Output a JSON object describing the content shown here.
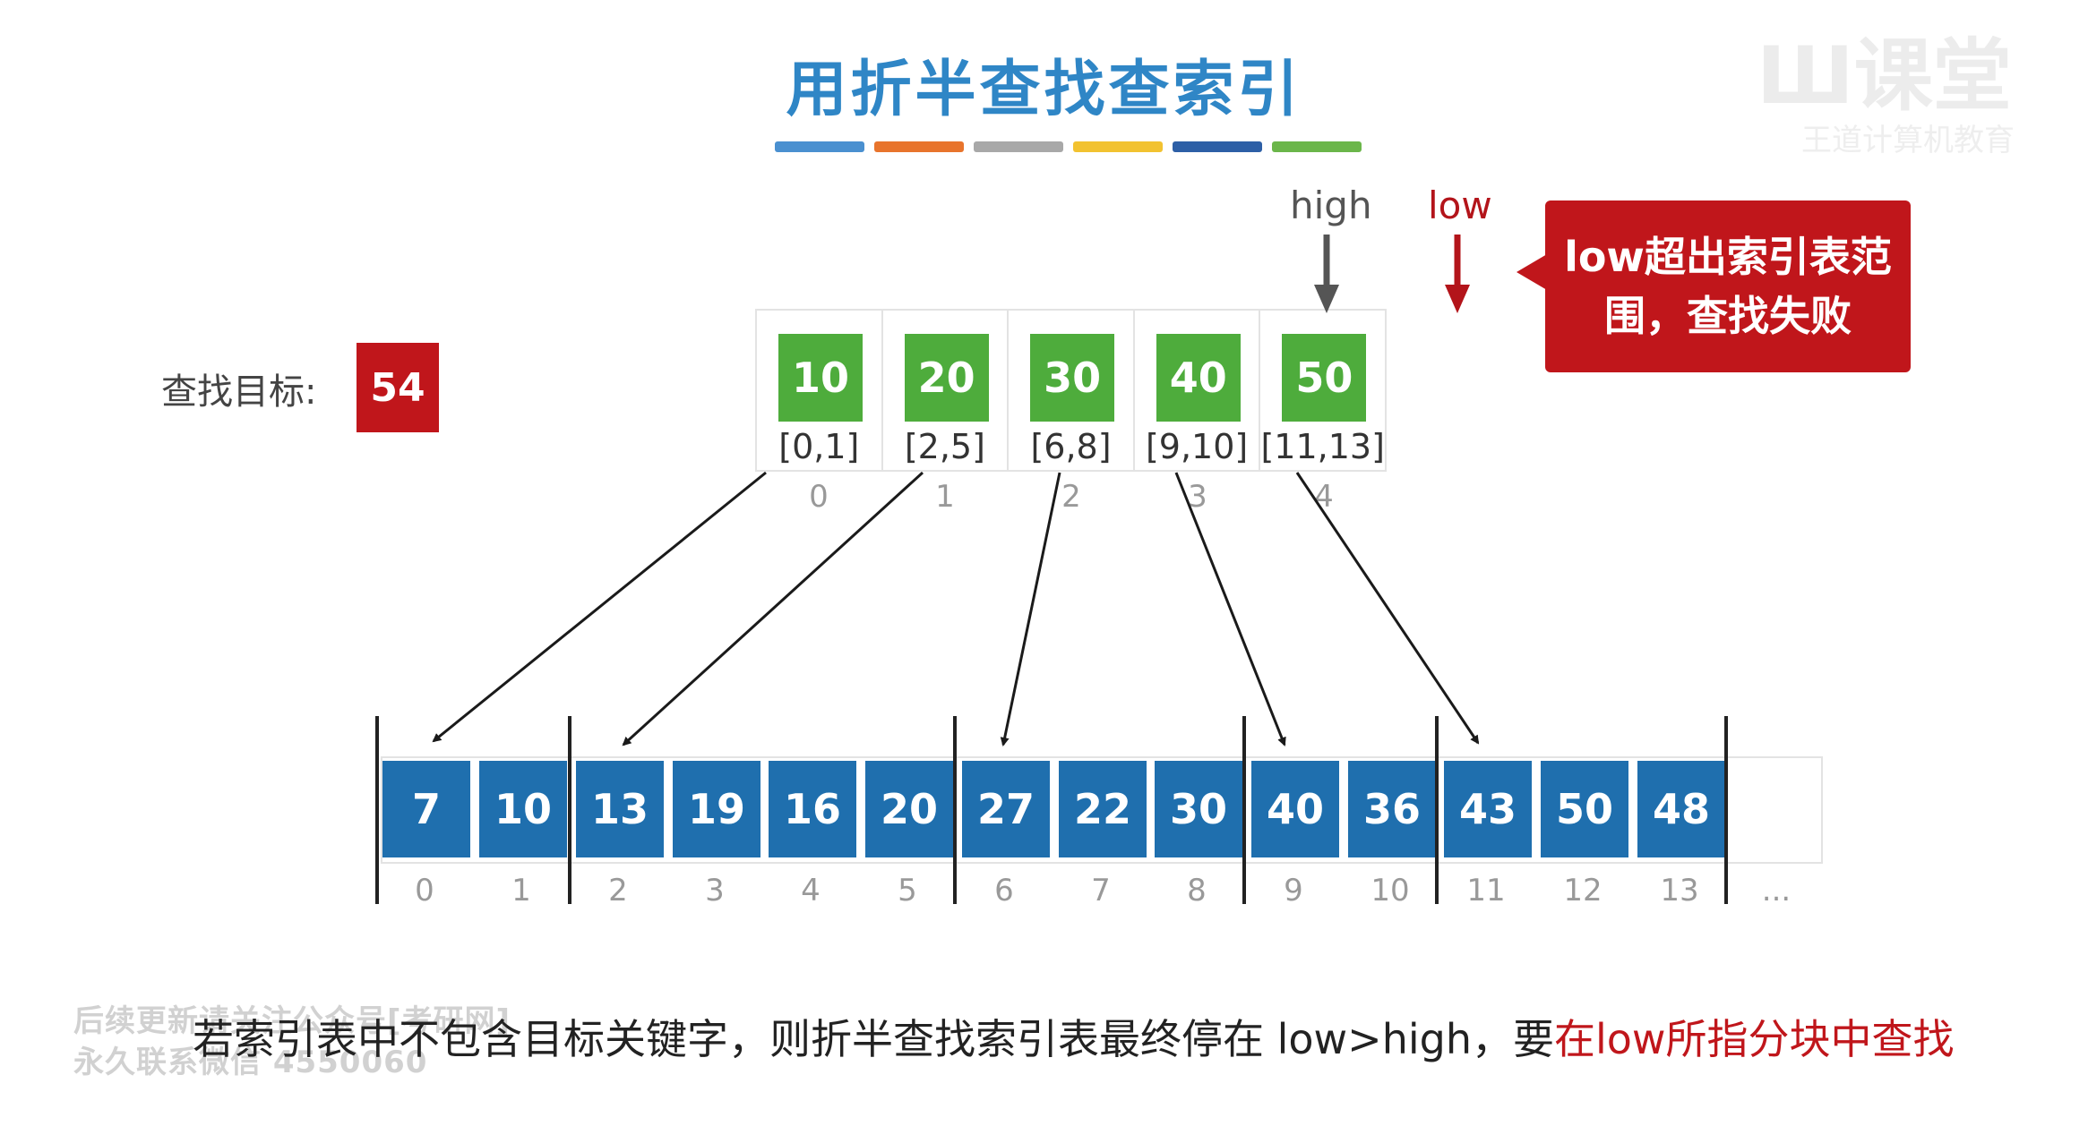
{
  "title": "用折半查找查索引",
  "title_bar_colors": [
    "#4a90d0",
    "#e8742c",
    "#a8a8a8",
    "#f2c230",
    "#2d5fa6",
    "#6bb64a"
  ],
  "watermark": "王道计算机教育",
  "target": {
    "label": "查找目标:",
    "value": "54"
  },
  "index_table": [
    {
      "key": "10",
      "range": "[0,1]",
      "index": "0"
    },
    {
      "key": "20",
      "range": "[2,5]",
      "index": "1"
    },
    {
      "key": "30",
      "range": "[6,8]",
      "index": "2"
    },
    {
      "key": "40",
      "range": "[9,10]",
      "index": "3"
    },
    {
      "key": "50",
      "range": "[11,13]",
      "index": "4"
    }
  ],
  "main_table": {
    "values": [
      "7",
      "10",
      "13",
      "19",
      "16",
      "20",
      "27",
      "22",
      "30",
      "40",
      "36",
      "43",
      "50",
      "48"
    ],
    "indices": [
      "0",
      "1",
      "2",
      "3",
      "4",
      "5",
      "6",
      "7",
      "8",
      "9",
      "10",
      "11",
      "12",
      "13"
    ],
    "ellipsis": "..."
  },
  "pointers": {
    "high": "high",
    "low": "low"
  },
  "callout": {
    "line1": "low超出索引表范",
    "line2": "围，查找失败"
  },
  "caption": {
    "plain": "若索引表中不包含目标关键字，则折半查找索引表最终停在 low>high，要",
    "highlight": "在low所指分块中查找"
  },
  "overlay_watermark": {
    "line1": "后续更新请关注公众号[考研网]",
    "line2": "永久联系微信 4550060"
  },
  "colors": {
    "title": "#2f86c6",
    "index_key": "#4eac3c",
    "main_key": "#1f6fae",
    "alert": "#c0161b"
  }
}
